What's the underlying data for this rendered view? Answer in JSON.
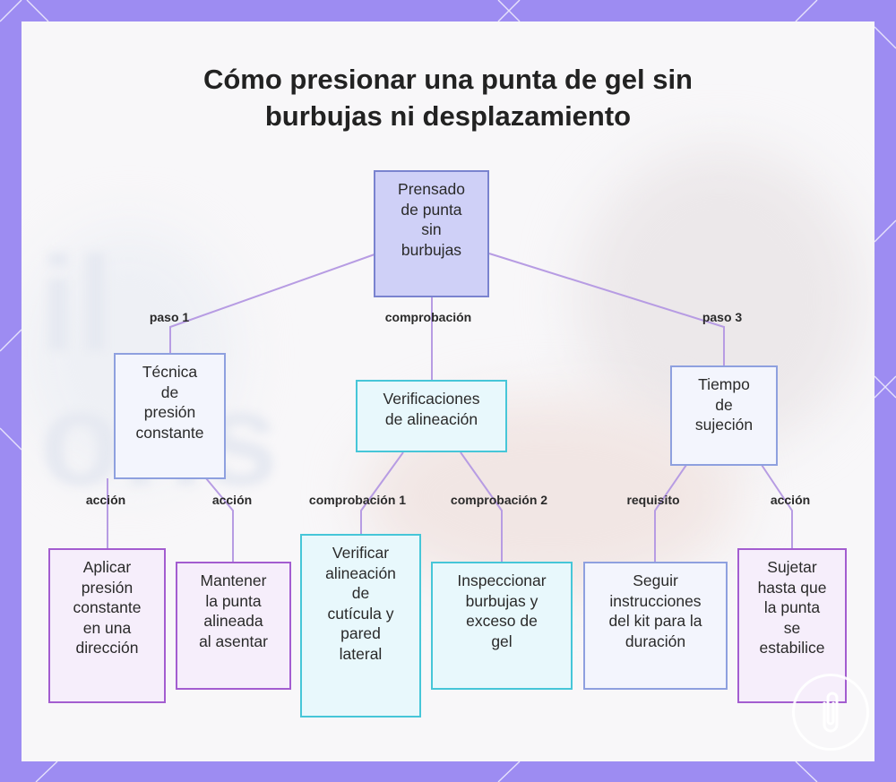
{
  "title_lines": [
    "Cómo presionar una punta de gel sin",
    "burbujas ni desplazamiento"
  ],
  "colors": {
    "frame": "#9d8cf2",
    "connector": "#b79ce3",
    "root_fill": "#cfd0f7",
    "blue_border": "#8ea0df",
    "cyan_border": "#46c6d8",
    "purple_border": "#a35dd0"
  },
  "nodes": {
    "root": [
      "Prensado",
      "de punta",
      "sin",
      "burbujas"
    ],
    "tecnica": [
      "Técnica",
      "de",
      "presión",
      "constante"
    ],
    "verificaciones": [
      "Verificaciones",
      "de alineación"
    ],
    "tiempo": [
      "Tiempo",
      "de",
      "sujeción"
    ],
    "aplicar": [
      "Aplicar",
      "presión",
      "constante",
      "en una",
      "dirección"
    ],
    "mantener": [
      "Mantener",
      "la punta",
      "alineada",
      "al asentar"
    ],
    "verificar": [
      "Verificar",
      "alineación",
      "de",
      "cutícula y",
      "pared",
      "lateral"
    ],
    "inspeccionar": [
      "Inspeccionar",
      "burbujas y",
      "exceso de",
      "gel"
    ],
    "seguir": [
      "Seguir",
      "instrucciones",
      "del kit para la",
      "duración"
    ],
    "sujetar": [
      "Sujetar",
      "hasta que",
      "la punta",
      "se",
      "estabilice"
    ]
  },
  "edge_labels": {
    "paso1": "paso 1",
    "comprobacion": "comprobación",
    "paso3": "paso 3",
    "accion_a": "acción",
    "accion_b": "acción",
    "comprobacion1": "comprobación 1",
    "comprobacion2": "comprobación 2",
    "requisito": "requisito",
    "accion_c": "acción"
  },
  "icons": {
    "logo": "paperclip-logo-icon"
  }
}
